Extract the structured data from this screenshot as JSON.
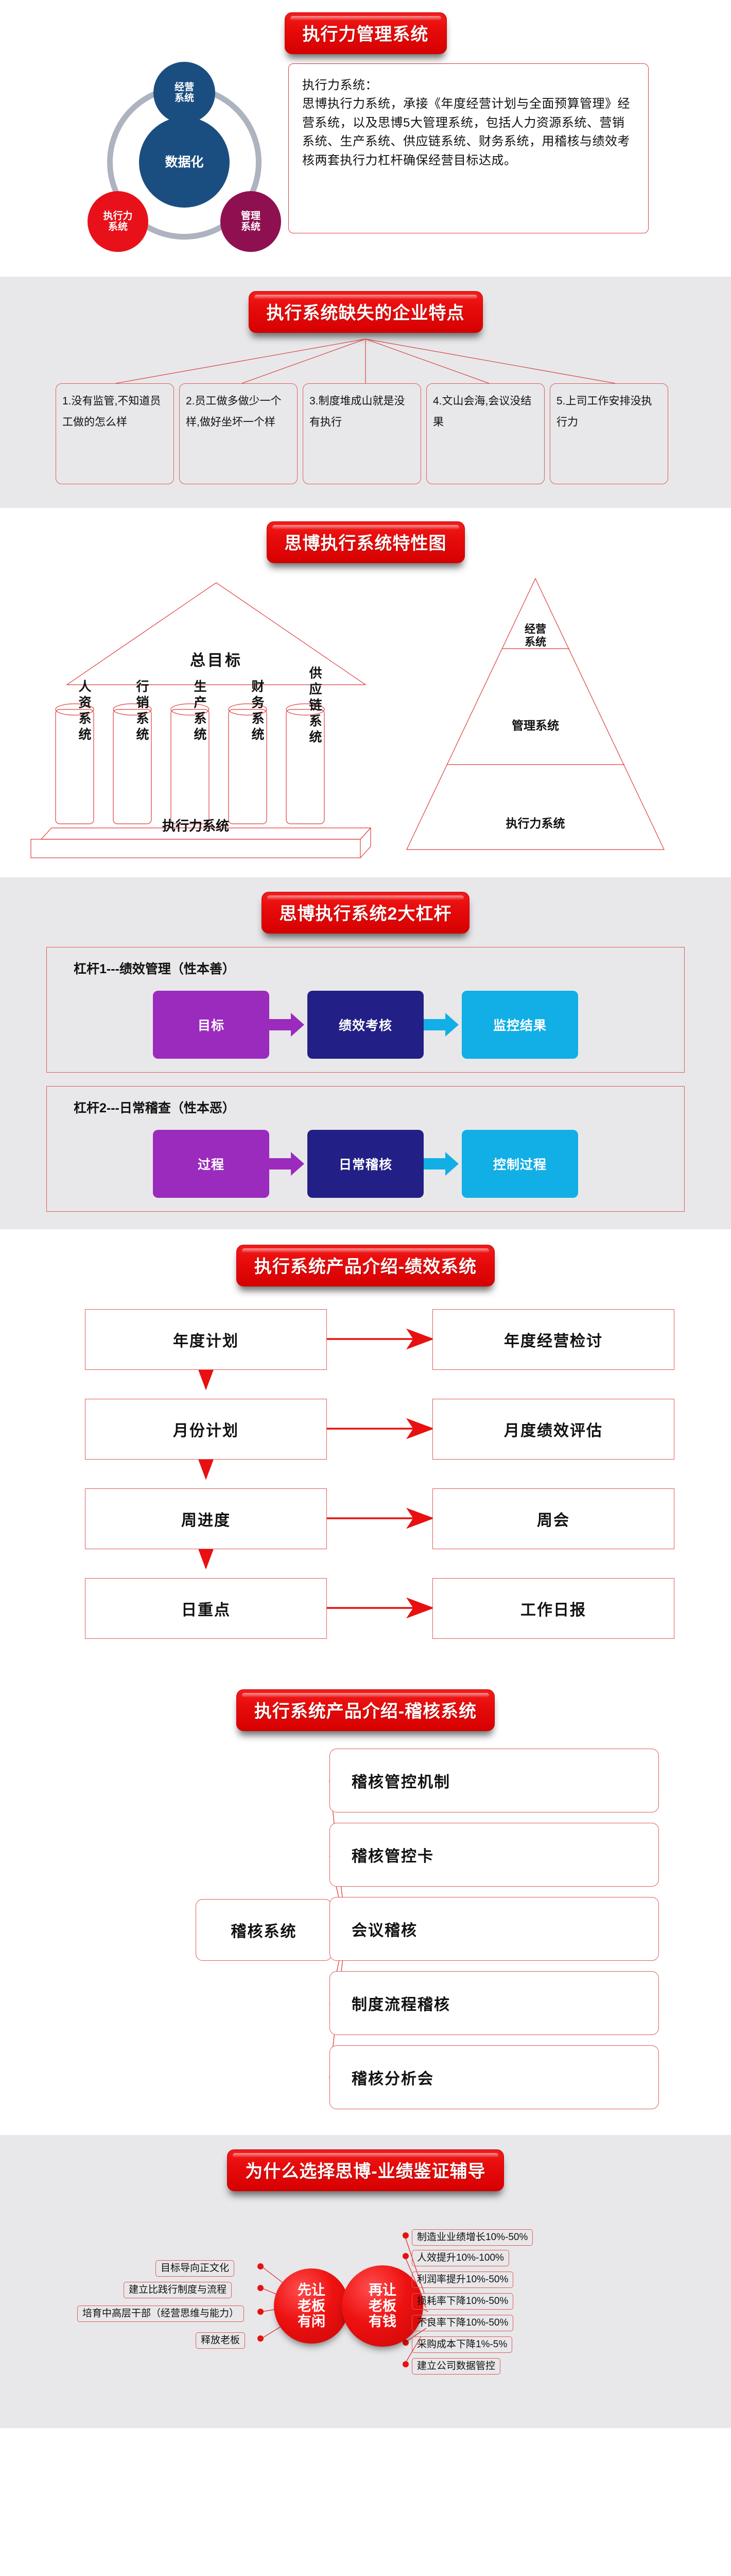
{
  "colors": {
    "banner_red": "#e80c0c",
    "outline_red": "#e05a5a",
    "deep_blue": "#1b4e80",
    "purple": "#9b2bbd",
    "navy": "#221f86",
    "cyan": "#12aee6",
    "magenta": "#8e1050",
    "bright_red": "#e8111a",
    "grey_ring": "#adb3bf",
    "section_grey": "#e8e8ea"
  },
  "section1": {
    "banner": "执行力管理系统",
    "venn": {
      "center": "数据化",
      "top": "经营\n系统",
      "left": "执行力\n系统",
      "right": "管理\n系统"
    },
    "description": "执行力系统：\n思博执行力系统，承接《年度经营计划与全面预算管理》经营系统，以及思博5大管理系统，包括人力资源系统、营销系统、生产系统、供应链系统、财务系统，用稽核与绩效考核两套执行力杠杆确保经营目标达成。"
  },
  "section2": {
    "banner": "执行系统缺失的企业特点",
    "cards": [
      "1.没有监管,不知道员工做的怎么样",
      "2.员工做多做少一个样,做好坐坏一个样",
      "3.制度堆成山就是没有执行",
      "4.文山会海,会议没结果",
      "5.上司工作安排没执行力"
    ]
  },
  "section3": {
    "banner": "思博执行系统特性图",
    "temple": {
      "roof": "总目标",
      "pillars": [
        "人资系统",
        "行销系统",
        "生产系统",
        "财务系统",
        "供应链系统"
      ],
      "base": "执行力系统"
    },
    "pyramid": {
      "top": "经营\n系统",
      "middle": "管理系统",
      "bottom": "执行力系统"
    }
  },
  "section4": {
    "banner": "思博执行系统2大杠杆",
    "levers": [
      {
        "title": "杠杆1---绩效管理（性本善）",
        "steps": [
          "目标",
          "绩效考核",
          "监控结果"
        ]
      },
      {
        "title": "杠杆2---日常稽查（性本恶）",
        "steps": [
          "过程",
          "日常稽核",
          "控制过程"
        ]
      }
    ]
  },
  "section5": {
    "banner": "执行系统产品介绍-绩效系统",
    "rows": [
      {
        "left": "年度计划",
        "right": "年度经营检讨"
      },
      {
        "left": "月份计划",
        "right": "月度绩效评估"
      },
      {
        "left": "周进度",
        "right": "周会"
      },
      {
        "left": "日重点",
        "right": "工作日报"
      }
    ]
  },
  "section6": {
    "banner": "执行系统产品介绍-稽核系统",
    "root": "稽核系统",
    "children": [
      "稽核管控机制",
      "稽核管控卡",
      "会议稽核",
      "制度流程稽核",
      "稽核分析会"
    ]
  },
  "section7": {
    "banner": "为什么选择思博-业绩鉴证辅导",
    "left_ball": "先让\n老板\n有闲",
    "right_ball": "再让\n老板\n有钱",
    "left_items": [
      "目标导向正文化",
      "建立比践行制度与流程",
      "培育中高层干部（经营思维与能力）",
      "释放老板"
    ],
    "right_items": [
      "制造业业绩增长10%-50%",
      "人效提升10%-100%",
      "利润率提升10%-50%",
      "损耗率下降10%-50%",
      "不良率下降10%-50%",
      "采购成本下降1%-5%",
      "建立公司数据管控"
    ]
  }
}
